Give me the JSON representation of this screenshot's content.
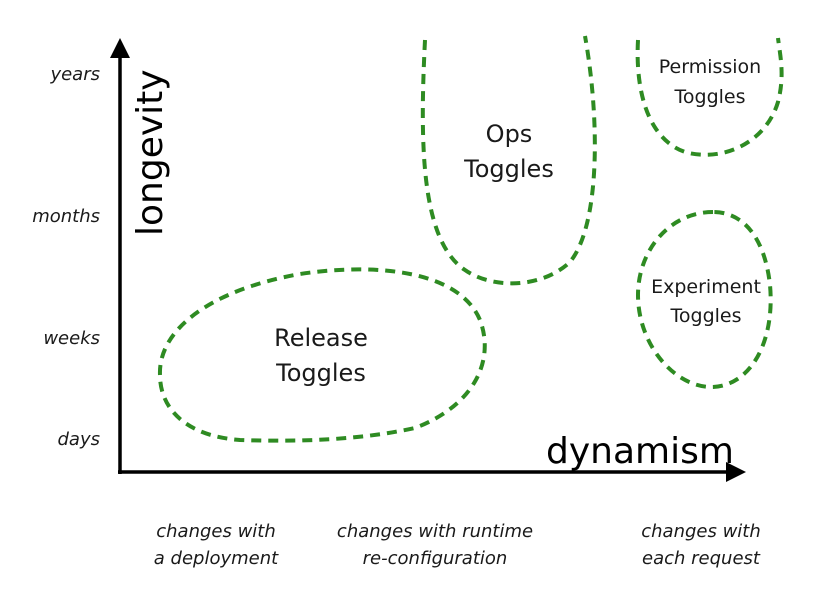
{
  "axes": {
    "y_title": "longevity",
    "x_title": "dynamism"
  },
  "y_ticks": [
    "years",
    "months",
    "weeks",
    "days"
  ],
  "x_categories": [
    {
      "line1": "changes with",
      "line2": "a deployment"
    },
    {
      "line1": "changes with runtime",
      "line2": "re-configuration"
    },
    {
      "line1": "changes with",
      "line2": "each request"
    }
  ],
  "regions": {
    "release": {
      "line1": "Release",
      "line2": "Toggles"
    },
    "ops": {
      "line1": "Ops",
      "line2": "Toggles"
    },
    "permission": {
      "line1": "Permission",
      "line2": "Toggles"
    },
    "experiment": {
      "line1": "Experiment",
      "line2": "Toggles"
    }
  },
  "colors": {
    "region_stroke": "#2e8b22",
    "axis": "#000000"
  }
}
